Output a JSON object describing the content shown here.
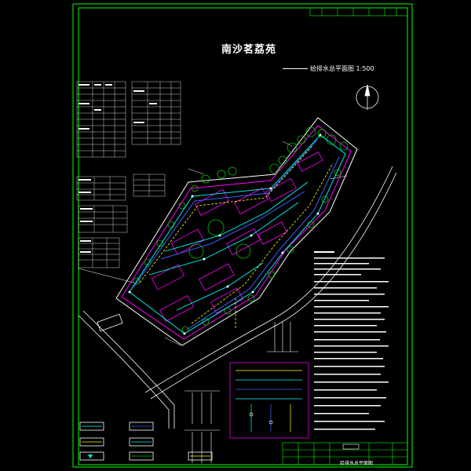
{
  "title": "南沙茗荔苑",
  "subtitle": "给排水总平面图 1:500",
  "title_block": {
    "drawing_name": "给排水总平面图",
    "drawing_no": ""
  },
  "colors": {
    "background": "#000000",
    "frame": "#00ff00",
    "building": "#ff00ff",
    "pipe_water": "#00ffff",
    "pipe_drain": "#4060ff",
    "pipe_rain": "#ffff00",
    "text": "#ffffff",
    "vegetation": "#00c000"
  }
}
